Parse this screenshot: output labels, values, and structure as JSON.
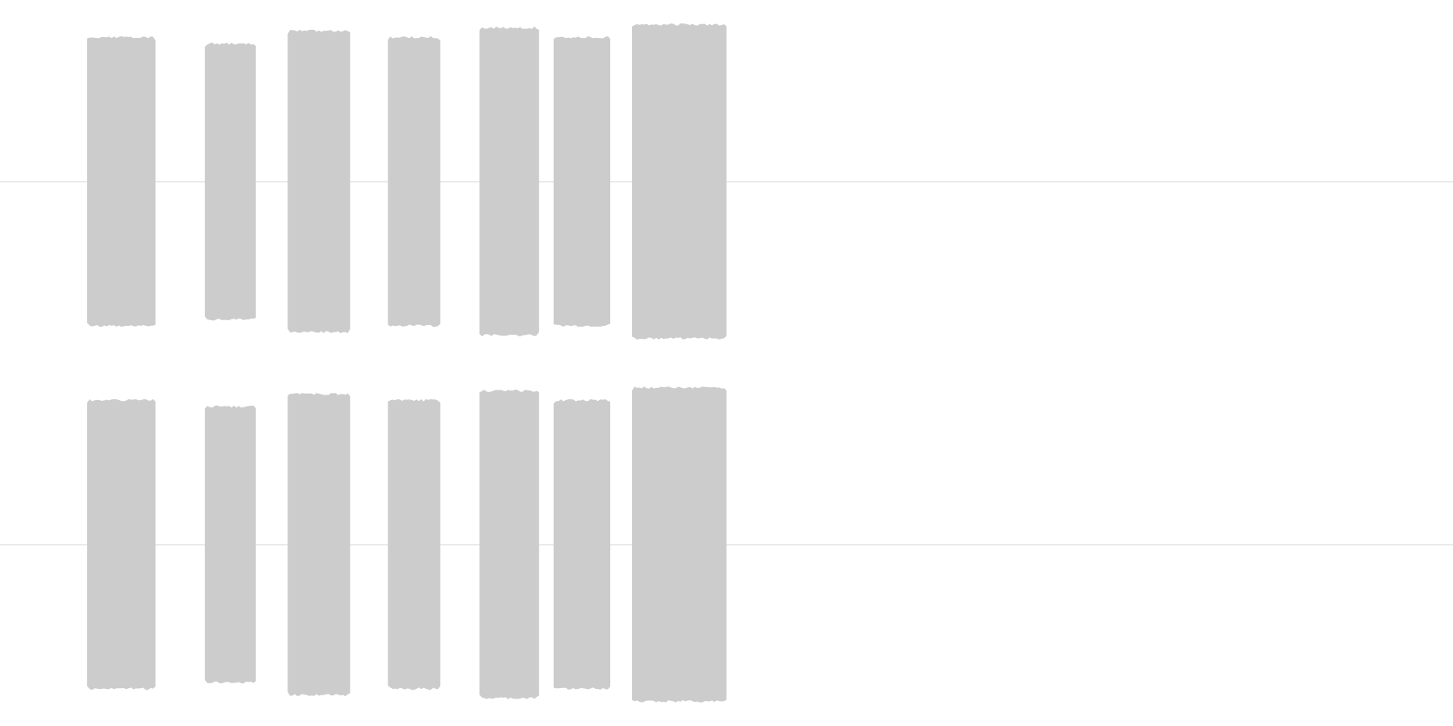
{
  "colors": {
    "background": "#ffffff",
    "waveform": "#cccccc",
    "center_line": "#d6d6d6"
  },
  "waveform": {
    "channel_count": 2,
    "segments": [
      {
        "start": 0.06,
        "end": 0.107,
        "amplitude": 0.92
      },
      {
        "start": 0.141,
        "end": 0.176,
        "amplitude": 0.88
      },
      {
        "start": 0.198,
        "end": 0.241,
        "amplitude": 0.96
      },
      {
        "start": 0.267,
        "end": 0.303,
        "amplitude": 0.92
      },
      {
        "start": 0.33,
        "end": 0.371,
        "amplitude": 0.98
      },
      {
        "start": 0.381,
        "end": 0.42,
        "amplitude": 0.92
      },
      {
        "start": 0.435,
        "end": 0.5,
        "amplitude": 1.0
      }
    ]
  }
}
